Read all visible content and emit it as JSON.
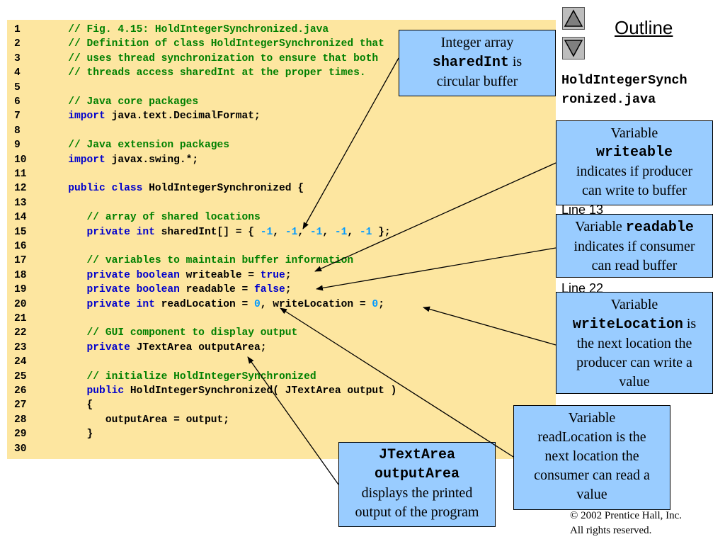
{
  "code": [
    {
      "n": "1",
      "tokens": [
        {
          "t": "   // Fig. 4.15: HoldIntegerSynchronized.java",
          "c": "cm"
        }
      ]
    },
    {
      "n": "2",
      "tokens": [
        {
          "t": "   // Definition of class HoldIntegerSynchronized that",
          "c": "cm"
        }
      ]
    },
    {
      "n": "3",
      "tokens": [
        {
          "t": "   // uses thread synchronization to ensure that both",
          "c": "cm"
        }
      ]
    },
    {
      "n": "4",
      "tokens": [
        {
          "t": "   // threads access sharedInt at the proper times.",
          "c": "cm"
        }
      ]
    },
    {
      "n": "5",
      "tokens": []
    },
    {
      "n": "6",
      "tokens": [
        {
          "t": "   // Java core packages",
          "c": "cm"
        }
      ]
    },
    {
      "n": "7",
      "tokens": [
        {
          "t": "   import",
          "c": "kw"
        },
        {
          "t": " java.text.DecimalFormat;",
          "c": "pl"
        }
      ]
    },
    {
      "n": "8",
      "tokens": []
    },
    {
      "n": "9",
      "tokens": [
        {
          "t": "   // Java extension packages",
          "c": "cm"
        }
      ]
    },
    {
      "n": "10",
      "tokens": [
        {
          "t": "   import",
          "c": "kw"
        },
        {
          "t": " javax.swing.*;",
          "c": "pl"
        }
      ]
    },
    {
      "n": "11",
      "tokens": []
    },
    {
      "n": "12",
      "tokens": [
        {
          "t": "   public class",
          "c": "kw"
        },
        {
          "t": " HoldIntegerSynchronized {",
          "c": "pl"
        }
      ]
    },
    {
      "n": "13",
      "tokens": []
    },
    {
      "n": "14",
      "tokens": [
        {
          "t": "      // array of shared locations",
          "c": "cm"
        }
      ]
    },
    {
      "n": "15",
      "tokens": [
        {
          "t": "      private int",
          "c": "kw"
        },
        {
          "t": " sharedInt[] = { ",
          "c": "pl"
        },
        {
          "t": "-1",
          "c": "num"
        },
        {
          "t": ", ",
          "c": "pl"
        },
        {
          "t": "-1",
          "c": "num"
        },
        {
          "t": ", ",
          "c": "pl"
        },
        {
          "t": "-1",
          "c": "num"
        },
        {
          "t": ", ",
          "c": "pl"
        },
        {
          "t": "-1",
          "c": "num"
        },
        {
          "t": ", ",
          "c": "pl"
        },
        {
          "t": "-1",
          "c": "num"
        },
        {
          "t": " };",
          "c": "pl"
        }
      ]
    },
    {
      "n": "16",
      "tokens": []
    },
    {
      "n": "17",
      "tokens": [
        {
          "t": "      // variables to maintain buffer information",
          "c": "cm"
        }
      ]
    },
    {
      "n": "18",
      "tokens": [
        {
          "t": "      private boolean",
          "c": "kw"
        },
        {
          "t": " writeable = ",
          "c": "pl"
        },
        {
          "t": "true",
          "c": "kw"
        },
        {
          "t": ";",
          "c": "pl"
        }
      ]
    },
    {
      "n": "19",
      "tokens": [
        {
          "t": "      private boolean",
          "c": "kw"
        },
        {
          "t": " readable = ",
          "c": "pl"
        },
        {
          "t": "false",
          "c": "kw"
        },
        {
          "t": ";",
          "c": "pl"
        }
      ]
    },
    {
      "n": "20",
      "tokens": [
        {
          "t": "      private int",
          "c": "kw"
        },
        {
          "t": " readLocation = ",
          "c": "pl"
        },
        {
          "t": "0",
          "c": "num"
        },
        {
          "t": ", writeLocation = ",
          "c": "pl"
        },
        {
          "t": "0",
          "c": "num"
        },
        {
          "t": ";",
          "c": "pl"
        }
      ]
    },
    {
      "n": "21",
      "tokens": []
    },
    {
      "n": "22",
      "tokens": [
        {
          "t": "      // GUI component to display output",
          "c": "cm"
        }
      ]
    },
    {
      "n": "23",
      "tokens": [
        {
          "t": "      private",
          "c": "kw"
        },
        {
          "t": " JTextArea outputArea;",
          "c": "pl"
        }
      ]
    },
    {
      "n": "24",
      "tokens": []
    },
    {
      "n": "25",
      "tokens": [
        {
          "t": "      // initialize HoldIntegerSynchronized",
          "c": "cm"
        }
      ]
    },
    {
      "n": "26",
      "tokens": [
        {
          "t": "      public",
          "c": "kw"
        },
        {
          "t": " HoldIntegerSynchronized( JTextArea output )",
          "c": "pl"
        }
      ]
    },
    {
      "n": "27",
      "tokens": [
        {
          "t": "      {",
          "c": "pl"
        }
      ]
    },
    {
      "n": "28",
      "tokens": [
        {
          "t": "         outputArea = output;",
          "c": "pl"
        }
      ]
    },
    {
      "n": "29",
      "tokens": [
        {
          "t": "      }",
          "c": "pl"
        }
      ]
    },
    {
      "n": "30",
      "tokens": []
    }
  ],
  "sidebar": {
    "title": "Outline",
    "file_name": "HoldIntegerSynch\nronized.java",
    "line_label_1": "Line 13",
    "line_label_2": "Line 22"
  },
  "callouts": {
    "shared_int": {
      "line1": "Integer array",
      "mono": "sharedInt",
      "rest": " is",
      "line3": "circular buffer"
    },
    "writeable": {
      "line1": "Variable",
      "mono": "writeable",
      "line3": "indicates if producer",
      "line4": "can write to buffer"
    },
    "readable": {
      "pre": "Variable ",
      "mono": "readable",
      "line2": "indicates if consumer",
      "line3": "can read buffer"
    },
    "write_location": {
      "line1": "Variable",
      "mono": "writeLocation",
      "rest": " is",
      "line3": "the next location the",
      "line4": "producer can write a",
      "line5": "value"
    },
    "read_location": {
      "line1": "Variable",
      "line2": "readLocation is the",
      "line3": "next location the",
      "line4": "consumer can read a",
      "line5": "value"
    },
    "output_area": {
      "mono1": "JTextArea",
      "mono2": "outputArea",
      "line3": "displays the printed",
      "line4": "output of the program"
    }
  },
  "copyright": {
    "line1": "© 2002 Prentice Hall, Inc.",
    "line2": "All rights reserved."
  },
  "colors": {
    "code_background": "#fde6a0",
    "callout_background": "#99ccff",
    "comment": "#008000",
    "keyword": "#0000cc",
    "number": "#0099ff"
  },
  "icons": {
    "previous": "triangle-up-icon",
    "next": "triangle-down-icon"
  }
}
